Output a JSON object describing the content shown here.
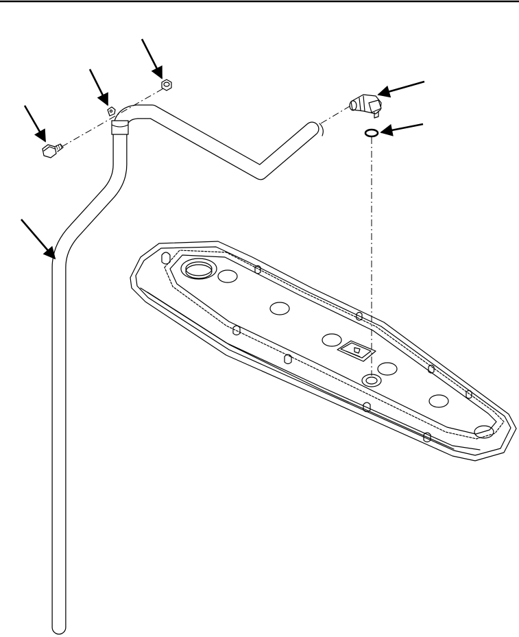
{
  "diagram": {
    "kind": "exploded-view-line-drawing",
    "ink_color": "#000000",
    "background_color": "#ffffff",
    "text_labels": [],
    "parts": [
      {
        "id": "capscrew",
        "leader_arrow": true
      },
      {
        "id": "hose-clamp",
        "leader_arrow": true
      },
      {
        "id": "nut",
        "leader_arrow": true
      },
      {
        "id": "breather-tube",
        "leader_arrow": true
      },
      {
        "id": "elbow-fitting",
        "leader_arrow": true
      },
      {
        "id": "o-ring",
        "leader_arrow": true
      },
      {
        "id": "valve-cover",
        "leader_arrow": false
      }
    ]
  }
}
